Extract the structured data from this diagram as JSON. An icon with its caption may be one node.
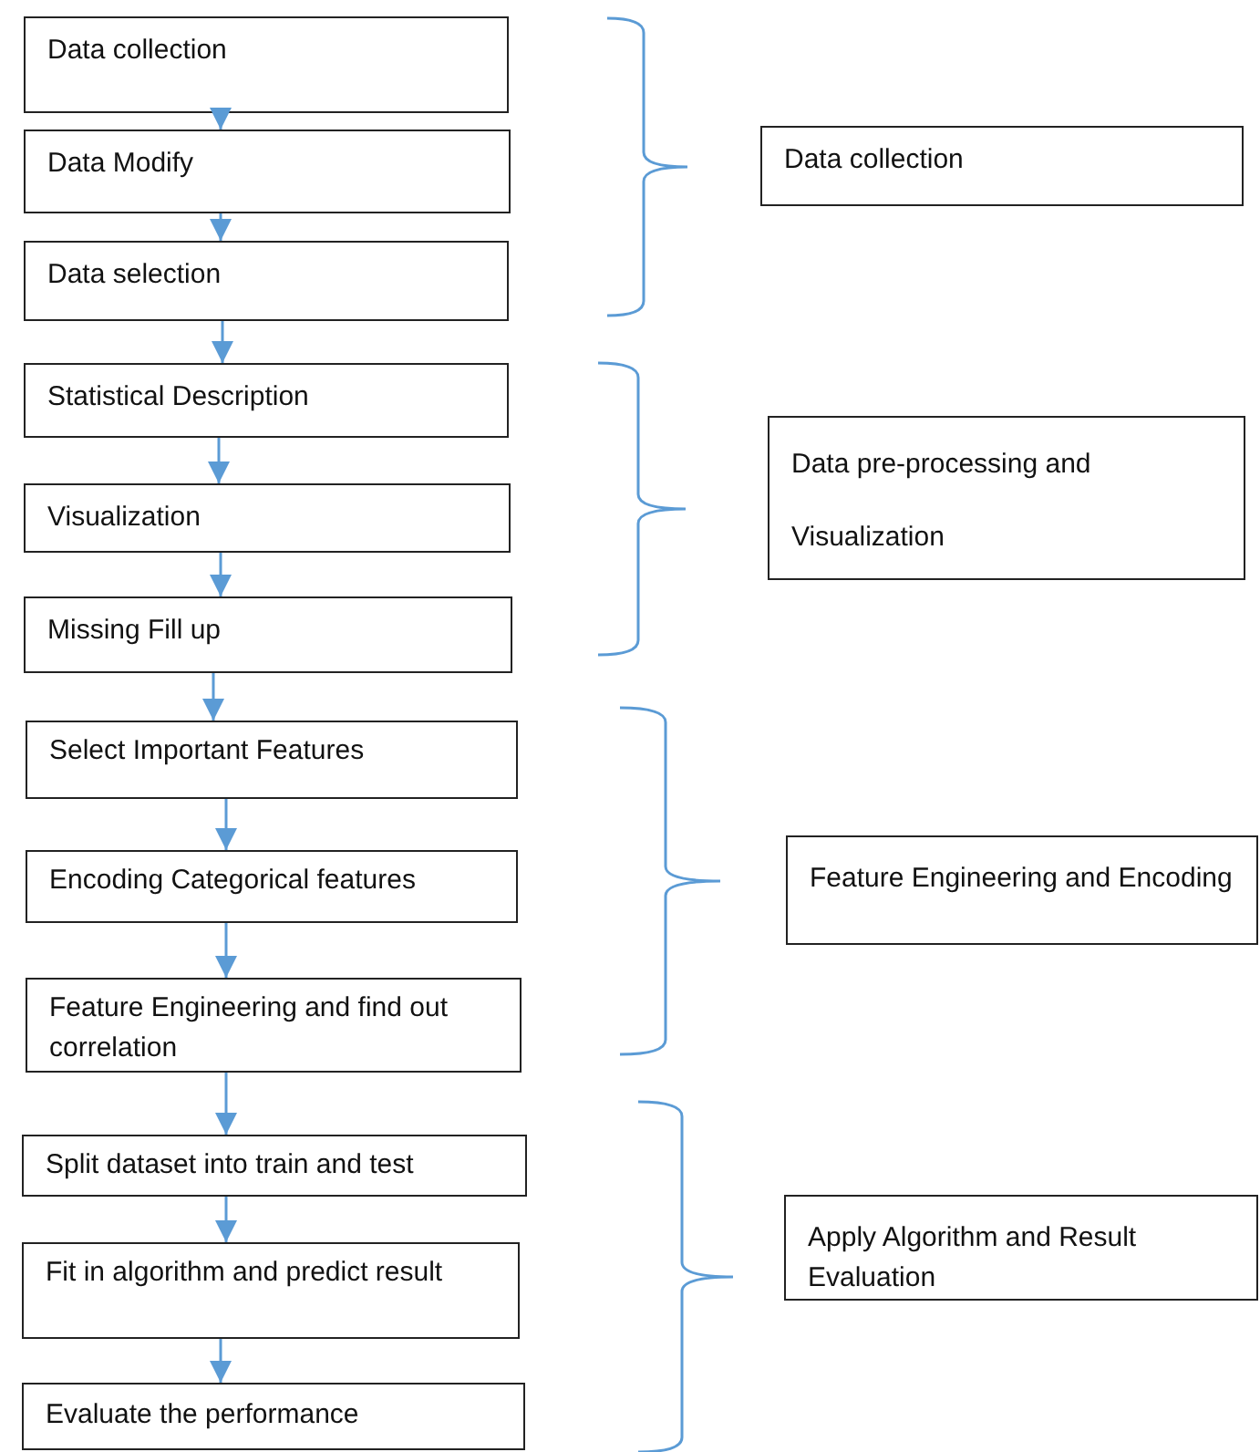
{
  "diagram": {
    "nodes": [
      {
        "text": [
          "Data collection"
        ]
      },
      {
        "text": [
          "Data Modify"
        ]
      },
      {
        "text": [
          "Data selection"
        ]
      },
      {
        "text": [
          "Statistical Description"
        ]
      },
      {
        "text": [
          "Visualization"
        ]
      },
      {
        "text": [
          "Missing Fill up"
        ]
      },
      {
        "text": [
          "Select Important Features"
        ]
      },
      {
        "text": [
          "Encoding Categorical features"
        ]
      },
      {
        "text": [
          "Feature Engineering and find out correlation"
        ]
      },
      {
        "text": [
          "Split dataset into train and test"
        ]
      },
      {
        "text": [
          "Fit in algorithm and predict result"
        ]
      },
      {
        "text": [
          "Evaluate the performance"
        ]
      },
      {
        "text": [
          "Data collection"
        ]
      },
      {
        "text": [
          "Data pre-processing and Visualization"
        ]
      },
      {
        "text": [
          "Feature Engineering and Encoding"
        ]
      },
      {
        "text": [
          "Apply Algorithm and Result Evaluation"
        ]
      }
    ],
    "edges": [
      {
        "from": 0,
        "to": 1,
        "arrow": "to"
      },
      {
        "from": 1,
        "to": 2,
        "arrow": "to"
      },
      {
        "from": 2,
        "to": 3,
        "arrow": "to"
      },
      {
        "from": 3,
        "to": 4,
        "arrow": "to"
      },
      {
        "from": 4,
        "to": 5,
        "arrow": "to"
      },
      {
        "from": 5,
        "to": 6,
        "arrow": "to"
      },
      {
        "from": 6,
        "to": 7,
        "arrow": "to"
      },
      {
        "from": 7,
        "to": 8,
        "arrow": "to"
      },
      {
        "from": 8,
        "to": 9,
        "arrow": "to"
      },
      {
        "from": 9,
        "to": 10,
        "arrow": "to"
      },
      {
        "from": 10,
        "to": 11,
        "arrow": "to"
      }
    ]
  }
}
